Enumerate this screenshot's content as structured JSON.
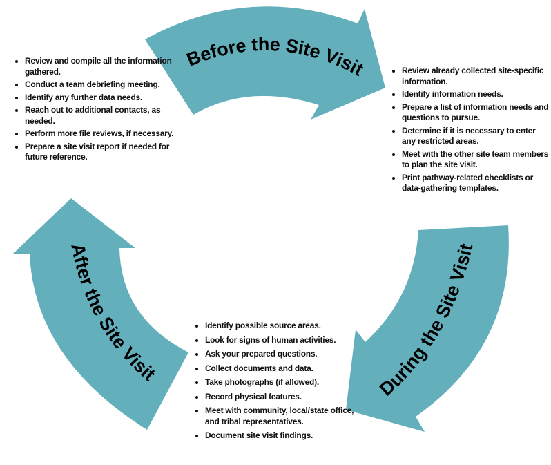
{
  "colors": {
    "arrow": "#64AFBC",
    "text": "#111111"
  },
  "phases": {
    "before": {
      "title": "Before the Site Visit",
      "items": [
        "Review already collected site-specific information.",
        "Identify information needs.",
        "Prepare a list of information needs and questions to pursue.",
        "Determine if it is necessary to enter any restricted areas.",
        "Meet with the other site team members to plan the site visit.",
        "Print pathway-related checklists or data-gathering templates."
      ]
    },
    "during": {
      "title": "During the Site Visit",
      "items": [
        "Identify possible source areas.",
        "Look for signs of human activities.",
        "Ask your prepared questions.",
        "Collect documents and data.",
        "Take photographs (if allowed).",
        "Record physical features.",
        "Meet with community, local/state office, and tribal representatives.",
        "Document site visit findings."
      ]
    },
    "after": {
      "title": "After the Site Visit",
      "items": [
        "Review and compile all the information gathered.",
        "Conduct a team debriefing meeting.",
        "Identify any further data needs.",
        "Reach out to additional contacts, as needed.",
        "Perform more file reviews, if necessary.",
        "Prepare a site visit report if needed for future reference."
      ]
    }
  }
}
